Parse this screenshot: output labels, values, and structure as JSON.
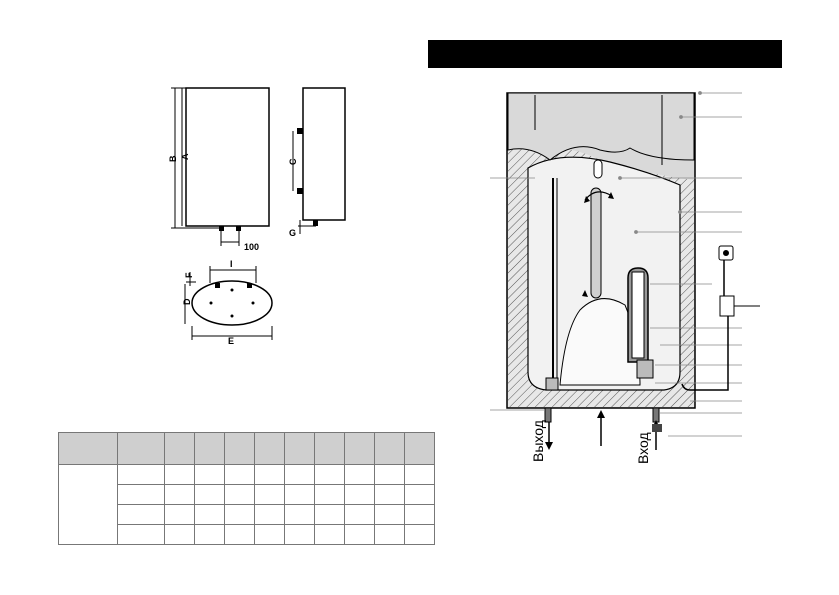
{
  "dimensions_drawing": {
    "labels": {
      "a": "A",
      "b": "B",
      "c": "C",
      "d": "D",
      "e": "E",
      "f": "F",
      "g": "G",
      "i": "I",
      "offset": "100"
    }
  },
  "header_bar": {
    "text": ""
  },
  "spec_table": {
    "columns": 11,
    "body_rows": 4
  },
  "cutaway_diagram": {
    "outlet_label": "Выход",
    "inlet_label": "Вход"
  }
}
